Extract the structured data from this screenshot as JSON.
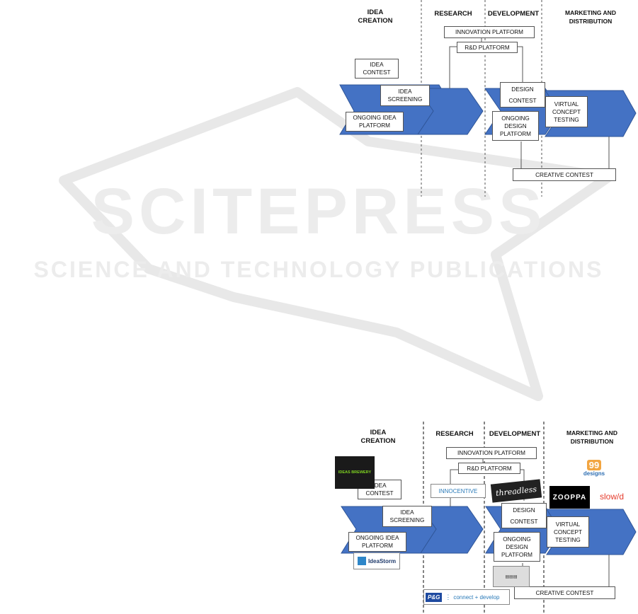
{
  "watermark": {
    "title": "SCITEPRESS",
    "subtitle": "SCIENCE AND TECHNOLOGY PUBLICATIONS"
  },
  "colors": {
    "arrow": "#4472C4",
    "arrow_dark": "#2F5597",
    "divider": "#555555",
    "watermark": "#e6e6e6"
  },
  "diagram_top": {
    "headers": {
      "idea_creation_1": "IDEA",
      "idea_creation_2": "CREATION",
      "research": "RESEARCH",
      "development": "DEVELOPMENT",
      "marketing_1": "MARKETING AND",
      "marketing_2": "DISTRIBUTION"
    },
    "boxes": {
      "innovation_platform": "INNOVATION PLATFORM",
      "rd_platform": "R&D PLATFORM",
      "idea_contest_1": "IDEA",
      "idea_contest_2": "CONTEST",
      "idea_screening_1": "IDEA",
      "idea_screening_2": "SCREENING",
      "ongoing_idea_1": "ONGOING IDEA",
      "ongoing_idea_2": "PLATFORM",
      "design_1": "DESIGN",
      "design_2": "CONTEST",
      "virtual_1": "VIRTUAL",
      "virtual_2": "CONCEPT",
      "virtual_3": "TESTING",
      "ongoing_design_1": "ONGOING",
      "ongoing_design_2": "DESIGN",
      "ongoing_design_3": "PLATFORM",
      "creative_contest": "CREATIVE CONTEST"
    }
  },
  "diagram_bottom": {
    "headers": {
      "idea_creation_1": "IDEA",
      "idea_creation_2": "CREATION",
      "research": "RESEARCH",
      "development": "DEVELOPMENT",
      "marketing_1": "MARKETING AND",
      "marketing_2": "DISTRIBUTION"
    },
    "boxes": {
      "innovation_platform": "INNOVATION PLATFORM",
      "rd_platform": "R&D PLATFORM",
      "idea_contest_1": "IDEA",
      "idea_contest_2": "CONTEST",
      "idea_screening_1": "IDEA",
      "idea_screening_2": "SCREENING",
      "ongoing_idea_1": "ONGOING IDEA",
      "ongoing_idea_2": "PLATFORM",
      "design_1": "DESIGN",
      "design_2": "CONTEST",
      "virtual_1": "VIRTUAL",
      "virtual_2": "CONCEPT",
      "virtual_3": "TESTING",
      "ongoing_design_1": "ONGOING",
      "ongoing_design_2": "DESIGN",
      "ongoing_design_3": "PLATFORM",
      "creative_contest": "CREATIVE CONTEST"
    },
    "logos": {
      "ideas_brewery_1": "IDEAS BREWERY",
      "innocentive": "INNOCENTIVE",
      "threadless": "threadless",
      "ninety_nine_1": "99",
      "ninety_nine_2": "designs",
      "zooppa": "ZOOPPA",
      "slowd": "slow/d",
      "ideastorm_1": "IdeaStorm",
      "pg": "P&G",
      "connect_develop": "connect + develop"
    }
  }
}
